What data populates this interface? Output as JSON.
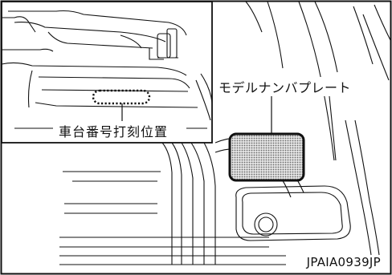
{
  "labels": {
    "vin_stamp_location": "車台番号打刻位置",
    "model_number_plate": "モデルナンバプレート",
    "figure_code": "JPAIA0939JP"
  },
  "colors": {
    "ink": "#111111",
    "plate_fill": "#c9c9c9",
    "background": "#ffffff"
  }
}
